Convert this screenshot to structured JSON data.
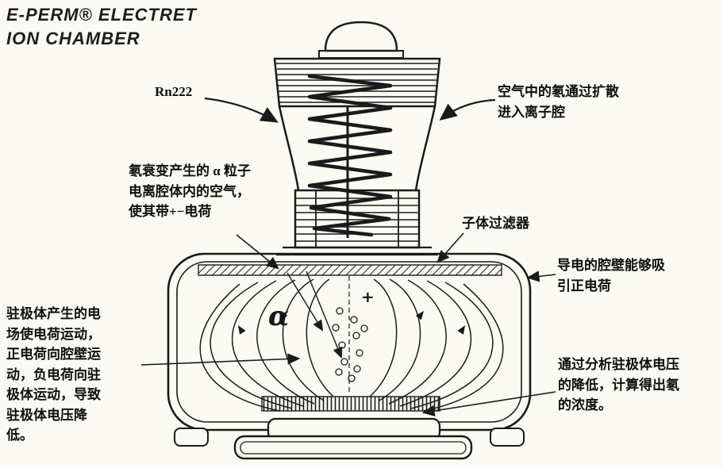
{
  "title": {
    "text": "E-PERM® ELECTRET\nION CHAMBER"
  },
  "labels": {
    "rn222": "Rn222",
    "diffusion": "空气中的氡通过扩散\n进入离子腔",
    "decay": "氡衰变产生的 α 粒子\n电离腔体内的空气，\n使其带+−电荷",
    "filter": "子体过滤器",
    "wall": "导电的腔壁能够吸\n引正电荷",
    "field": "驻极体产生的电\n场使电荷运动，\n正电荷向腔壁运\n动，负电荷向驻\n极体运动，导致\n驻极体电压降\n低。",
    "analysis": "通过分析驻极体电压\n的降低，计算得出氡\n的浓度。",
    "alpha": "α",
    "plus": "+"
  },
  "colors": {
    "background": "#fbfaf3",
    "ink": "#1a1a1a"
  }
}
